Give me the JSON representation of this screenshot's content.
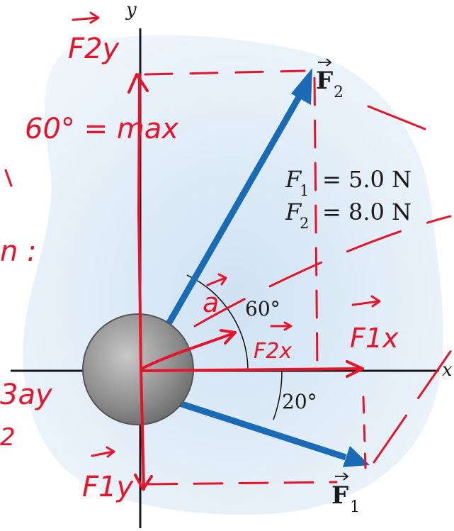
{
  "axes": {
    "x_label": "x",
    "y_label": "y"
  },
  "forces": [
    {
      "symbol": "F",
      "subscript": "1",
      "magnitude": "= 5.0 N"
    },
    {
      "symbol": "F",
      "subscript": "2",
      "magnitude": "= 8.0 N"
    }
  ],
  "vectors": {
    "f1_label": "F",
    "f1_sub": "1",
    "f2_label": "F",
    "f2_sub": "2"
  },
  "angles": {
    "upper": "60°",
    "lower": "20°"
  },
  "handwritten": {
    "f2y": "F2y",
    "eq": "60° = max",
    "a": "a",
    "f1x": "F1x",
    "f2x": "F2x",
    "ay": "3ay",
    "f1y": "F1y",
    "n_colon": "n :",
    "two": "2"
  },
  "colors": {
    "arrow_blue": "#1a6bb5",
    "pen_red": "#e8132a",
    "blob": "#dbeaf6",
    "disk": "#9a9a9a"
  }
}
